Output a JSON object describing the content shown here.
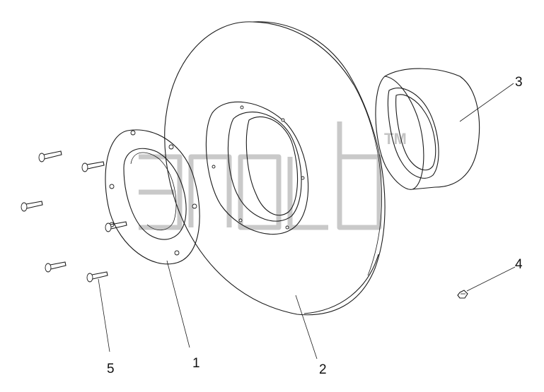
{
  "callouts": {
    "c1": "1",
    "c2": "2",
    "c3": "3",
    "c4": "4",
    "c5": "5"
  },
  "watermark": {
    "mark": "TM"
  },
  "colors": {
    "stroke": "#1a1a1a",
    "watermark": "#c9c9c9",
    "background": "#ffffff"
  }
}
